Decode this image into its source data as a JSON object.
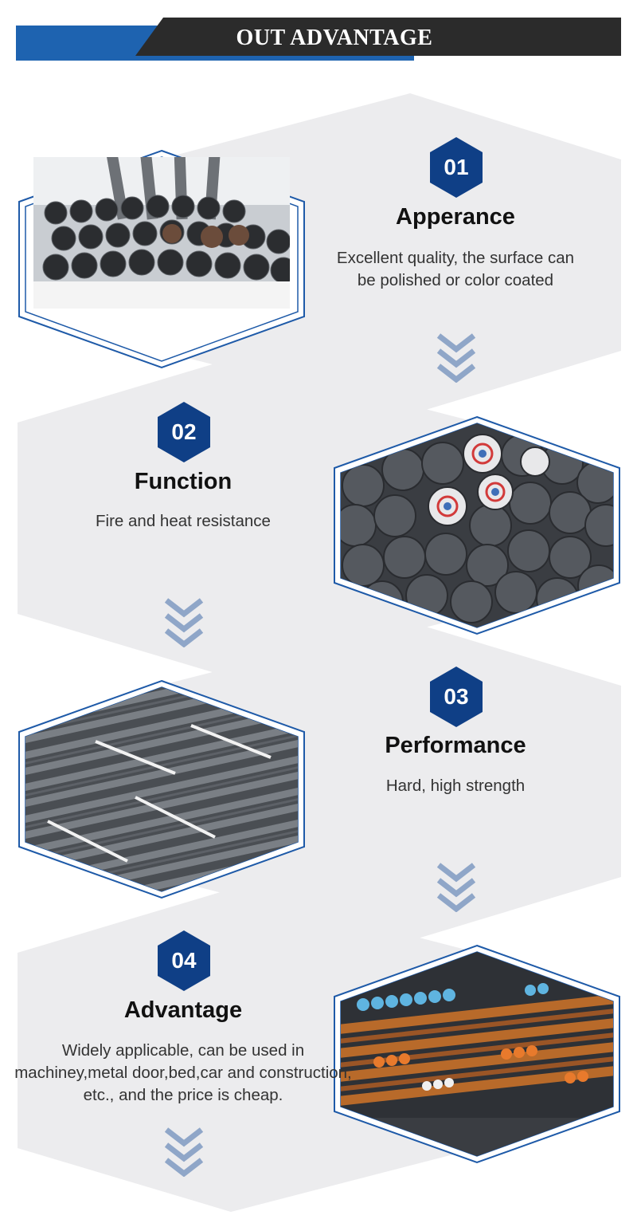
{
  "banner": {
    "title": "OUT ADVANTAGE",
    "colors": {
      "blue": "#1e63b0",
      "dark": "#2b2b2b"
    }
  },
  "colors": {
    "panel": "#ececee",
    "badge": "#0f3f86",
    "frame": "#1e5aa8",
    "chevron": "#8fa6c8"
  },
  "sections": [
    {
      "number": "01",
      "title": "Apperance",
      "description": "Excellent quality, the surface can be polished or color coated",
      "photo_icon": "steel-bars-stack-image"
    },
    {
      "number": "02",
      "title": "Function",
      "description": "Fire and heat resistance",
      "photo_icon": "steel-bar-ends-image"
    },
    {
      "number": "03",
      "title": "Performance",
      "description": "Hard, high strength",
      "photo_icon": "bundled-steel-bars-image"
    },
    {
      "number": "04",
      "title": "Advantage",
      "description": "Widely applicable, can be used in machiney,metal door,bed,car and construction, etc., and the price is cheap.",
      "photo_icon": "warehouse-steel-bars-image"
    }
  ]
}
